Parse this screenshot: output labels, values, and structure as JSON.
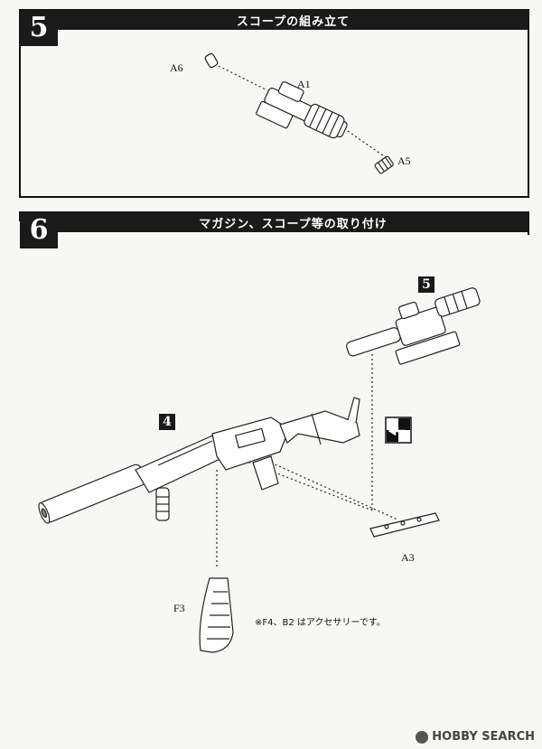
{
  "steps": [
    {
      "number": "5",
      "title": "スコープの組み立て"
    },
    {
      "number": "6",
      "title": "マガジン、スコープ等の取り付け"
    }
  ],
  "parts": {
    "a6": "A6",
    "a1": "A1",
    "a5": "A5",
    "a3": "A3",
    "f3": "F3"
  },
  "refs": {
    "scope_ref": "5",
    "rifle_ref": "4"
  },
  "note": "※F4、B2 はアクセサリーです。",
  "watermark": {
    "brand": "HOBBY SEARCH"
  }
}
